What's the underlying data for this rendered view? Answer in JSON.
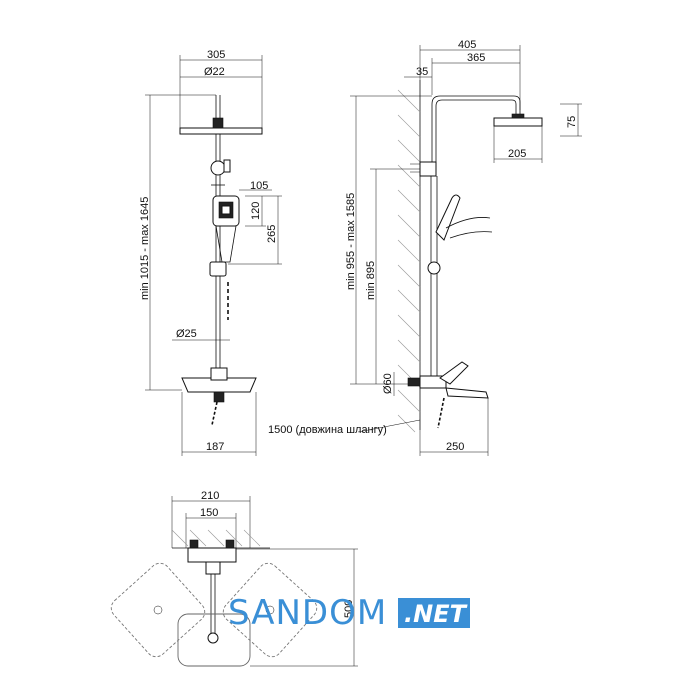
{
  "front_view": {
    "width_head": "305",
    "pipe_diameter": "Ø22",
    "hand_shower_width": "105",
    "hand_head_height": "120",
    "hand_total_height": "265",
    "riser_diameter": "Ø25",
    "height_range": "min 1015 - max 1645",
    "mixer_width": "187"
  },
  "side_view": {
    "arm_total": "405",
    "arm_length": "365",
    "wall_offset": "35",
    "head_thickness": "75",
    "head_depth": "205",
    "height_range": "min 955 - max 1585",
    "min_height": "min 895",
    "outlet_diameter": "Ø60",
    "hose_label": "1500 (довжина шлангу)",
    "spout_length": "250"
  },
  "top_view": {
    "outer_width": "210",
    "inner_width": "150",
    "depth": "500"
  },
  "watermark": {
    "brand": "SANDOM",
    "suffix": ".NET",
    "brand_color": "#3a8fd6",
    "badge_color": "#3a8fd6"
  }
}
